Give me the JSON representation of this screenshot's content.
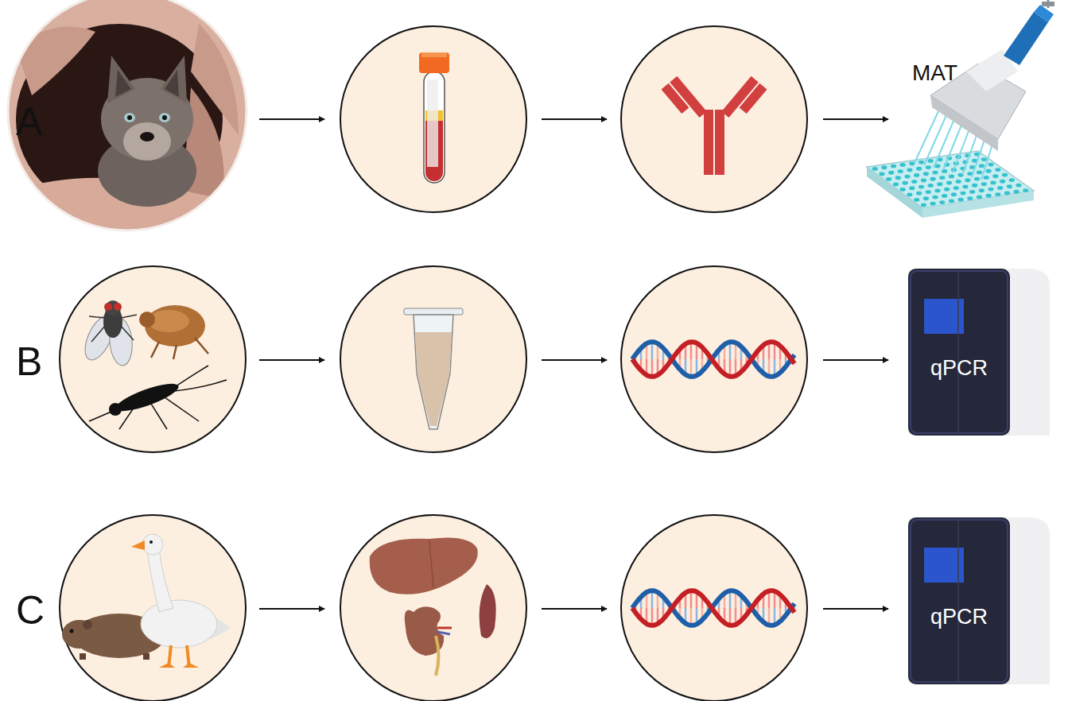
{
  "diagram": {
    "nodes": [
      {
        "text": [
          "MAT"
        ]
      },
      {
        "text": [
          "qPCR"
        ]
      },
      {
        "text": [
          "qPCR"
        ]
      }
    ],
    "labels": [
      "A",
      "B",
      "C"
    ]
  }
}
